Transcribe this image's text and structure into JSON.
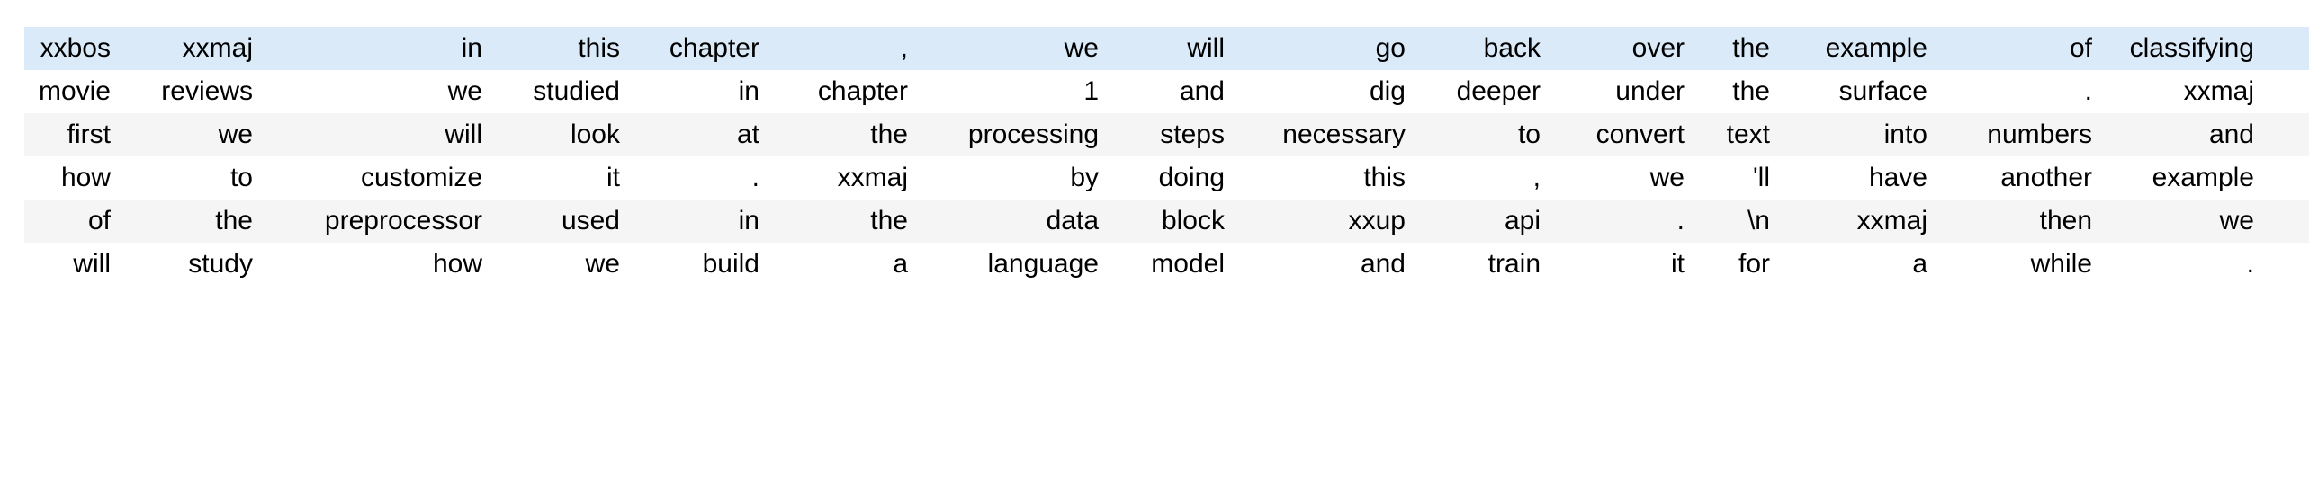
{
  "table": {
    "name": "token-dataframe",
    "columns": 16,
    "rows": 6,
    "colors": {
      "highlight_row_bg": "#daeaf8",
      "odd_row_bg": "#f5f5f5",
      "even_row_bg": "#ffffff",
      "text": "#000000",
      "page_bg": "#ffffff"
    },
    "data": [
      [
        "xxbos",
        "xxmaj",
        "in",
        "this",
        "chapter",
        ",",
        "we",
        "will",
        "go",
        "back",
        "over",
        "the",
        "example",
        "of",
        "classifying"
      ],
      [
        "movie",
        "reviews",
        "we",
        "studied",
        "in",
        "chapter",
        "1",
        "and",
        "dig",
        "deeper",
        "under",
        "the",
        "surface",
        ".",
        "xxmaj"
      ],
      [
        "first",
        "we",
        "will",
        "look",
        "at",
        "the",
        "processing",
        "steps",
        "necessary",
        "to",
        "convert",
        "text",
        "into",
        "numbers",
        "and"
      ],
      [
        "how",
        "to",
        "customize",
        "it",
        ".",
        "xxmaj",
        "by",
        "doing",
        "this",
        ",",
        "we",
        "'ll",
        "have",
        "another",
        "example"
      ],
      [
        "of",
        "the",
        "preprocessor",
        "used",
        "in",
        "the",
        "data",
        "block",
        "xxup",
        "api",
        ".",
        "\\n",
        "xxmaj",
        "then",
        "we"
      ],
      [
        "will",
        "study",
        "how",
        "we",
        "build",
        "a",
        "language",
        "model",
        "and",
        "train",
        "it",
        "for",
        "a",
        "while",
        "."
      ]
    ]
  }
}
